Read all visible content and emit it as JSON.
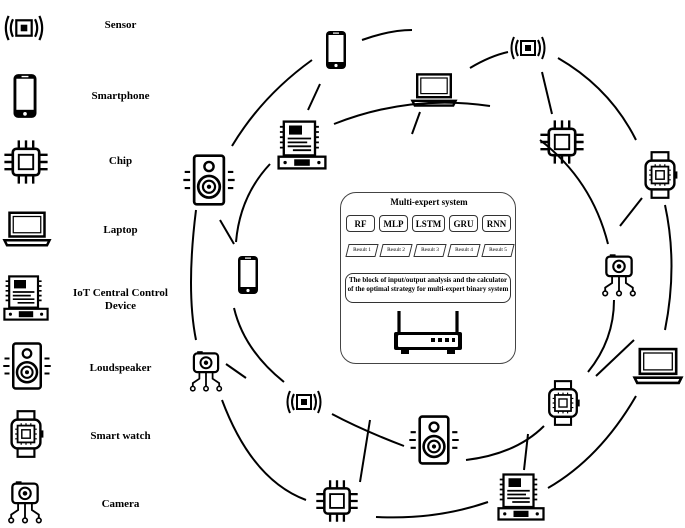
{
  "legend": {
    "sensor": "Sensor",
    "smartphone": "Smartphone",
    "chip": "Chip",
    "laptop": "Laptop",
    "iot": "IoT Central Control Device",
    "loudspeaker": "Loudspeaker",
    "smartwatch": "Smart watch",
    "camera": "Camera"
  },
  "system": {
    "title": "Multi-expert system",
    "algorithms": [
      "RF",
      "MLP",
      "LSTM",
      "GRU",
      "RNN"
    ],
    "results": [
      "Result 1",
      "Result 2",
      "Result 3",
      "Result 4",
      "Result 5"
    ],
    "analysis": "The block of input/output analysis and the calculator of the optimal strategy for multi-expert binary system"
  },
  "network": {
    "outer_ring": [
      "smartphone-icon",
      "laptop-icon",
      "sensor-icon",
      "smartwatch-icon",
      "laptop-icon",
      "iot-device-icon",
      "chip-icon",
      "camera-icon",
      "loudspeaker-icon"
    ],
    "inner_ring": [
      "iot-device-icon",
      "chip-icon",
      "camera-icon",
      "smartwatch-icon",
      "loudspeaker-icon",
      "sensor-icon",
      "smartphone-icon"
    ]
  }
}
